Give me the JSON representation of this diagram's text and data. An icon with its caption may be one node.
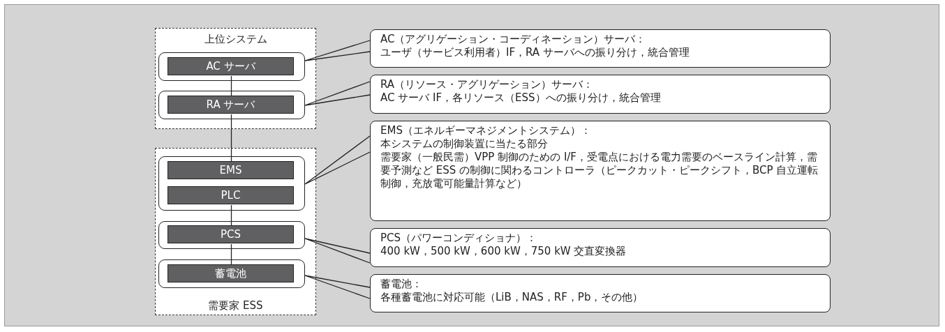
{
  "diagram": {
    "nodes": [
      {
        "text": [
          "上位システム"
        ]
      },
      {
        "text": [],
        "shape": "box",
        "in": 0
      },
      {
        "text": [
          "AC サーバ"
        ],
        "in": 1
      },
      {
        "text": [],
        "shape": "box",
        "in": 0
      },
      {
        "text": [
          "RA サーバ"
        ],
        "in": 3
      },
      {
        "text": [
          "需要家 ESS"
        ]
      },
      {
        "text": [],
        "shape": "box",
        "in": 5
      },
      {
        "text": [
          "EMS"
        ],
        "in": 6
      },
      {
        "text": [
          "PLC"
        ],
        "in": 6
      },
      {
        "text": [],
        "shape": "box",
        "in": 5
      },
      {
        "text": [
          "PCS"
        ],
        "in": 9
      },
      {
        "text": [],
        "shape": "box",
        "in": 5
      },
      {
        "text": [
          "蓄電池"
        ],
        "in": 11
      },
      {
        "text": [
          "AC（アグリゲーション・コーディネーション）サーバ：",
          "ユーザ（サービス利用者）IF，RA サーバへの振り分け，統合管理"
        ]
      },
      {
        "text": [
          "RA（リソース・アグリゲーション）サーバ：",
          "AC サーバ IF，各リソース（ESS）への振り分け，統合管理"
        ]
      },
      {
        "text": [
          "EMS（エネルギーマネジメントシステム）：",
          "本システムの制御装置に当たる部分",
          "需要家（一般民需）VPP 制御のための I/F，受電点における電力需要のベースライン計算，需要予測など ESS の制御に関わるコントローラ（ピークカット・ピークシフト，BCP 自立運転制御，充放電可能量計算など）"
        ]
      },
      {
        "text": [
          "PCS（パワーコンディショナ）：",
          "400 kW，500 kW，600 kW，750 kW 交直変換器"
        ]
      },
      {
        "text": [
          "蓄電池：",
          "各種蓄電池に対応可能（LiB，NAS，RF，Pb，その他）"
        ]
      }
    ],
    "edges": [
      {
        "from": 2,
        "to": 4,
        "arrow": "none"
      },
      {
        "from": 4,
        "to": 7,
        "arrow": "none"
      },
      {
        "from": 8,
        "to": 10,
        "arrow": "none"
      },
      {
        "from": 10,
        "to": 12,
        "arrow": "none"
      },
      {
        "from": 13,
        "to": 1,
        "arrow": "none"
      },
      {
        "from": 14,
        "to": 3,
        "arrow": "none"
      },
      {
        "from": 15,
        "to": 6,
        "arrow": "none"
      },
      {
        "from": 16,
        "to": 9,
        "arrow": "none"
      },
      {
        "from": 17,
        "to": 11,
        "arrow": "none"
      }
    ]
  }
}
